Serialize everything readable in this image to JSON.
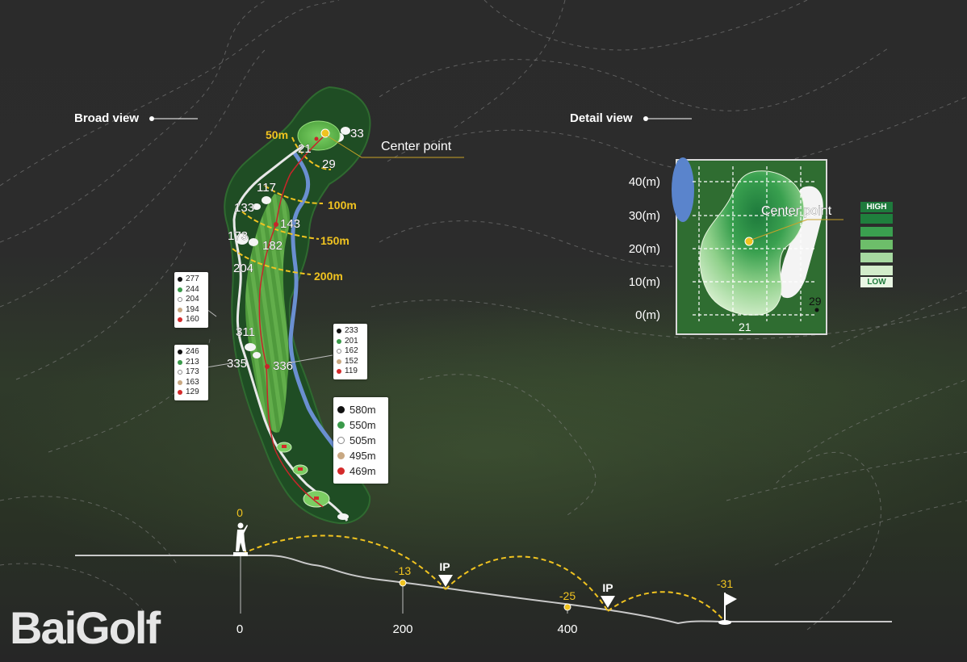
{
  "labels": {
    "broad_view": "Broad view",
    "detail_view": "Detail view",
    "center_point": "Center point",
    "brand": "BaiGolf"
  },
  "distance_markers": {
    "m50": "50m",
    "m100": "100m",
    "m150": "150m",
    "m200": "200m"
  },
  "hole_numbers": [
    "33",
    "21",
    "29",
    "117",
    "133",
    "143",
    "173",
    "182",
    "204",
    "311",
    "335",
    "336"
  ],
  "tee_legend_a": [
    {
      "value": "277",
      "color": "#111111"
    },
    {
      "value": "244",
      "color": "#3a9a4a"
    },
    {
      "value": "204",
      "color": "#ffffff"
    },
    {
      "value": "194",
      "color": "#c8a882"
    },
    {
      "value": "160",
      "color": "#d42a2a"
    }
  ],
  "tee_legend_b": [
    {
      "value": "246",
      "color": "#111111"
    },
    {
      "value": "213",
      "color": "#3a9a4a"
    },
    {
      "value": "173",
      "color": "#ffffff"
    },
    {
      "value": "163",
      "color": "#c8a882"
    },
    {
      "value": "129",
      "color": "#d42a2a"
    }
  ],
  "tee_legend_c": [
    {
      "value": "233",
      "color": "#111111"
    },
    {
      "value": "201",
      "color": "#3a9a4a"
    },
    {
      "value": "162",
      "color": "#ffffff"
    },
    {
      "value": "152",
      "color": "#c8a882"
    },
    {
      "value": "119",
      "color": "#d42a2a"
    }
  ],
  "tee_totals": [
    {
      "value": "580m",
      "color": "#111111"
    },
    {
      "value": "550m",
      "color": "#3a9a4a"
    },
    {
      "value": "505m",
      "color": "#ffffff"
    },
    {
      "value": "495m",
      "color": "#c8a882"
    },
    {
      "value": "469m",
      "color": "#d42a2a"
    }
  ],
  "detail_axis": [
    "40(m)",
    "30(m)",
    "20(m)",
    "10(m)",
    "0(m)"
  ],
  "detail_numbers": {
    "bottom": "21",
    "right": "29"
  },
  "elevation_scale": {
    "high": "HIGH",
    "low": "LOW"
  },
  "profile": {
    "elevations": [
      "0",
      "-13",
      "-25",
      "-31"
    ],
    "ip_labels": [
      "IP",
      "IP"
    ],
    "distances": [
      "0",
      "200",
      "400"
    ]
  }
}
